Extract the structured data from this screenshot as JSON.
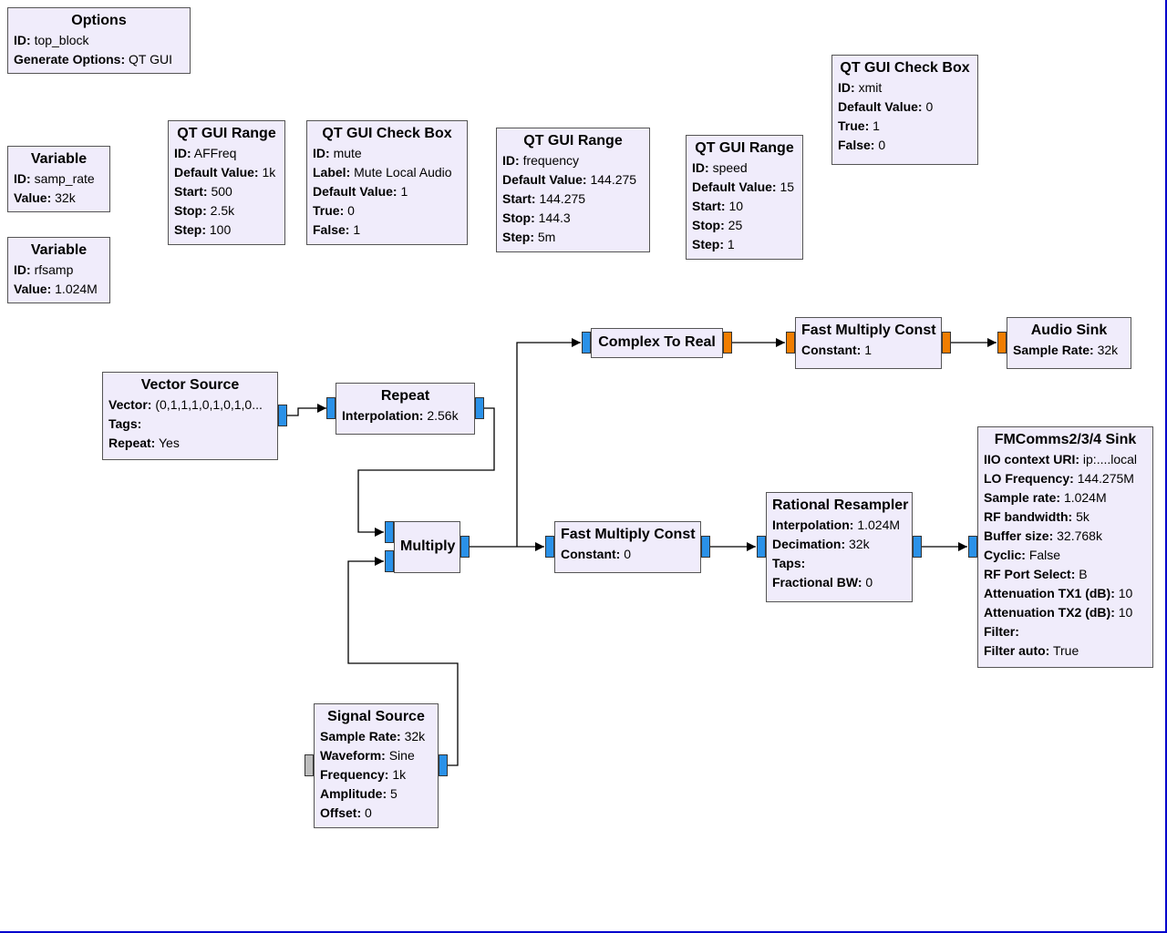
{
  "flowgraph": {
    "colors": {
      "block_bg": "#f0ecfb",
      "port_complex": "#2a91e8",
      "port_float": "#f07d00",
      "port_disabled": "#bdbdbd",
      "canvas_border": "#0000cc"
    },
    "blocks": {
      "options": {
        "title": "Options",
        "params": [
          {
            "k": "ID:",
            "v": "top_block"
          },
          {
            "k": "Generate Options:",
            "v": "QT GUI"
          }
        ]
      },
      "var_samp_rate": {
        "title": "Variable",
        "params": [
          {
            "k": "ID:",
            "v": "samp_rate"
          },
          {
            "k": "Value:",
            "v": "32k"
          }
        ]
      },
      "var_rfsamp": {
        "title": "Variable",
        "params": [
          {
            "k": "ID:",
            "v": "rfsamp"
          },
          {
            "k": "Value:",
            "v": "1.024M"
          }
        ]
      },
      "range_affreq": {
        "title": "QT GUI Range",
        "params": [
          {
            "k": "ID:",
            "v": "AFFreq"
          },
          {
            "k": "Default Value:",
            "v": "1k"
          },
          {
            "k": "Start:",
            "v": "500"
          },
          {
            "k": "Stop:",
            "v": "2.5k"
          },
          {
            "k": "Step:",
            "v": "100"
          }
        ]
      },
      "checkbox_mute": {
        "title": "QT GUI Check Box",
        "params": [
          {
            "k": "ID:",
            "v": "mute"
          },
          {
            "k": "Label:",
            "v": "Mute Local Audio"
          },
          {
            "k": "Default Value:",
            "v": "1"
          },
          {
            "k": "True:",
            "v": "0"
          },
          {
            "k": "False:",
            "v": "1"
          }
        ]
      },
      "range_frequency": {
        "title": "QT GUI Range",
        "params": [
          {
            "k": "ID:",
            "v": "frequency"
          },
          {
            "k": "Default Value:",
            "v": "144.275"
          },
          {
            "k": "Start:",
            "v": "144.275"
          },
          {
            "k": "Stop:",
            "v": "144.3"
          },
          {
            "k": "Step:",
            "v": "5m"
          }
        ]
      },
      "range_speed": {
        "title": "QT GUI Range",
        "params": [
          {
            "k": "ID:",
            "v": "speed"
          },
          {
            "k": "Default Value:",
            "v": "15"
          },
          {
            "k": "Start:",
            "v": "10"
          },
          {
            "k": "Stop:",
            "v": "25"
          },
          {
            "k": "Step:",
            "v": "1"
          }
        ]
      },
      "checkbox_xmit": {
        "title": "QT GUI Check Box",
        "params": [
          {
            "k": "ID:",
            "v": "xmit"
          },
          {
            "k": "Default Value:",
            "v": "0"
          },
          {
            "k": "True:",
            "v": "1"
          },
          {
            "k": "False:",
            "v": "0"
          }
        ]
      },
      "vector_source": {
        "title": "Vector Source",
        "params": [
          {
            "k": "Vector:",
            "v": "(0,1,1,1,0,1,0,1,0..."
          },
          {
            "k": "Tags:",
            "v": ""
          },
          {
            "k": "Repeat:",
            "v": "Yes"
          }
        ]
      },
      "repeat": {
        "title": "Repeat",
        "params": [
          {
            "k": "Interpolation:",
            "v": "2.56k"
          }
        ]
      },
      "multiply": {
        "title": "Multiply",
        "params": []
      },
      "signal_source": {
        "title": "Signal Source",
        "params": [
          {
            "k": "Sample Rate:",
            "v": "32k"
          },
          {
            "k": "Waveform:",
            "v": "Sine"
          },
          {
            "k": "Frequency:",
            "v": "1k"
          },
          {
            "k": "Amplitude:",
            "v": "5"
          },
          {
            "k": "Offset:",
            "v": "0"
          }
        ]
      },
      "complex_to_real": {
        "title": "Complex To Real",
        "params": []
      },
      "fast_mult_audio": {
        "title": "Fast Multiply Const",
        "params": [
          {
            "k": "Constant:",
            "v": "1"
          }
        ]
      },
      "audio_sink": {
        "title": "Audio Sink",
        "params": [
          {
            "k": "Sample Rate:",
            "v": "32k"
          }
        ]
      },
      "fast_mult_rf": {
        "title": "Fast Multiply Const",
        "params": [
          {
            "k": "Constant:",
            "v": "0"
          }
        ]
      },
      "rational_resampler": {
        "title": "Rational Resampler",
        "params": [
          {
            "k": "Interpolation:",
            "v": "1.024M"
          },
          {
            "k": "Decimation:",
            "v": "32k"
          },
          {
            "k": "Taps:",
            "v": ""
          },
          {
            "k": "Fractional BW:",
            "v": "0"
          }
        ]
      },
      "fmcomms_sink": {
        "title": "FMComms2/3/4 Sink",
        "params": [
          {
            "k": "IIO context URI:",
            "v": "ip:....local"
          },
          {
            "k": "LO Frequency:",
            "v": "144.275M"
          },
          {
            "k": "Sample rate:",
            "v": "1.024M"
          },
          {
            "k": "RF bandwidth:",
            "v": "5k"
          },
          {
            "k": "Buffer size:",
            "v": "32.768k"
          },
          {
            "k": "Cyclic:",
            "v": "False"
          },
          {
            "k": "RF Port Select:",
            "v": "B"
          },
          {
            "k": "Attenuation TX1 (dB):",
            "v": "10"
          },
          {
            "k": "Attenuation TX2 (dB):",
            "v": "10"
          },
          {
            "k": "Filter:",
            "v": ""
          },
          {
            "k": "Filter auto:",
            "v": "True"
          }
        ]
      }
    },
    "connections": [
      {
        "from": "vector_source",
        "to": "repeat"
      },
      {
        "from": "repeat",
        "to": "multiply",
        "port": 0
      },
      {
        "from": "signal_source",
        "to": "multiply",
        "port": 1
      },
      {
        "from": "multiply",
        "to": "complex_to_real"
      },
      {
        "from": "multiply",
        "to": "fast_mult_rf"
      },
      {
        "from": "complex_to_real",
        "to": "fast_mult_audio"
      },
      {
        "from": "fast_mult_audio",
        "to": "audio_sink"
      },
      {
        "from": "fast_mult_rf",
        "to": "rational_resampler"
      },
      {
        "from": "rational_resampler",
        "to": "fmcomms_sink"
      }
    ]
  }
}
